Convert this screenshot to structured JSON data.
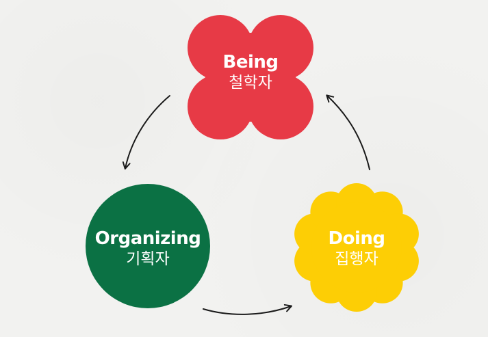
{
  "nodes": [
    {
      "id": "being",
      "label_en": "Being",
      "label_ko": "철학자",
      "shape": "quatrefoil",
      "color": "#e73a46"
    },
    {
      "id": "organizing",
      "label_en": "Organizing",
      "label_ko": "기획자",
      "shape": "circle",
      "color": "#0b7144"
    },
    {
      "id": "doing",
      "label_en": "Doing",
      "label_ko": "집행자",
      "shape": "scalloped-flower",
      "color": "#fdce05"
    }
  ],
  "arrows": [
    {
      "from": "being",
      "to": "organizing"
    },
    {
      "from": "organizing",
      "to": "doing"
    },
    {
      "from": "doing",
      "to": "being"
    }
  ],
  "arrow_color": "#1a1a1a"
}
